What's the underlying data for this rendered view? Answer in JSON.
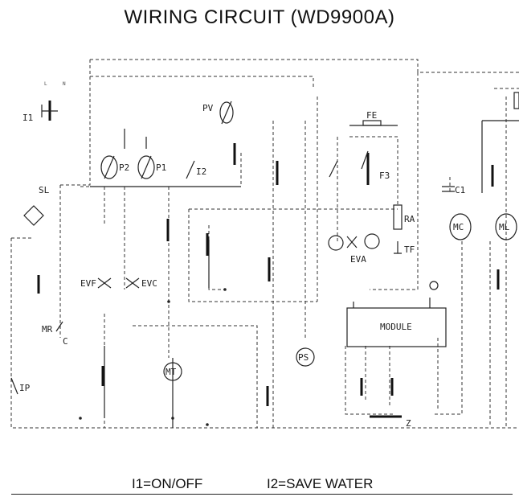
{
  "title": "WIRING CIRCUIT (WD9900A)",
  "legend": {
    "i1": "I1=ON/OFF",
    "i2": "I2=SAVE WATER"
  },
  "components": {
    "i1": "I1",
    "pv": "PV",
    "p2": "P2",
    "p1": "P1",
    "i2": "I2",
    "fe": "FE",
    "f3": "F3",
    "ra": "RA",
    "tf": "TF",
    "c1": "C1",
    "mc": "MC",
    "ml": "ML",
    "evf": "EVF",
    "evc": "EVC",
    "eva": "EVA",
    "mt": "MT",
    "ps": "PS",
    "module": "MODULE",
    "mr": "MR",
    "ip": "IP",
    "sl": "SL",
    "c": "C",
    "z": "Z"
  }
}
